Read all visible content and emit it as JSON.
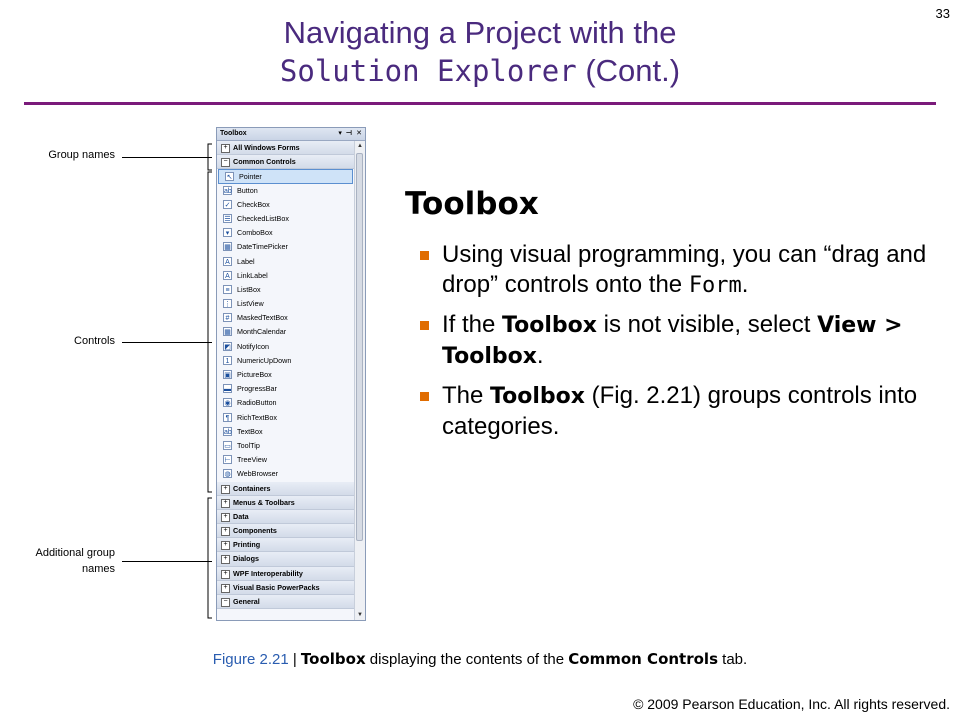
{
  "slide_number": "33",
  "title": {
    "line1": "Navigating a Project with the",
    "line2_mono": "Solution Explorer",
    "line2_rest": " (Cont.)"
  },
  "toolbox": {
    "header": "Toolbox",
    "header_controls": "▾ ⊣ ✕",
    "groups_top": [
      {
        "sign": "+",
        "label": "All Windows Forms"
      },
      {
        "sign": "−",
        "label": "Common Controls"
      }
    ],
    "items": [
      {
        "icon": "↖",
        "label": "Pointer"
      },
      {
        "icon": "ab",
        "label": "Button"
      },
      {
        "icon": "✓",
        "label": "CheckBox"
      },
      {
        "icon": "☰",
        "label": "CheckedListBox"
      },
      {
        "icon": "▾",
        "label": "ComboBox"
      },
      {
        "icon": "▦",
        "label": "DateTimePicker"
      },
      {
        "icon": "A",
        "label": "Label"
      },
      {
        "icon": "A",
        "label": "LinkLabel"
      },
      {
        "icon": "≡",
        "label": "ListBox"
      },
      {
        "icon": "⋮",
        "label": "ListView"
      },
      {
        "icon": "#",
        "label": "MaskedTextBox"
      },
      {
        "icon": "▦",
        "label": "MonthCalendar"
      },
      {
        "icon": "◩",
        "label": "NotifyIcon"
      },
      {
        "icon": "1",
        "label": "NumericUpDown"
      },
      {
        "icon": "▣",
        "label": "PictureBox"
      },
      {
        "icon": "▬",
        "label": "ProgressBar"
      },
      {
        "icon": "◉",
        "label": "RadioButton"
      },
      {
        "icon": "¶",
        "label": "RichTextBox"
      },
      {
        "icon": "ab",
        "label": "TextBox"
      },
      {
        "icon": "▭",
        "label": "ToolTip"
      },
      {
        "icon": "⊢",
        "label": "TreeView"
      },
      {
        "icon": "◍",
        "label": "WebBrowser"
      }
    ],
    "groups_bottom": [
      {
        "sign": "+",
        "label": "Containers"
      },
      {
        "sign": "+",
        "label": "Menus & Toolbars"
      },
      {
        "sign": "+",
        "label": "Data"
      },
      {
        "sign": "+",
        "label": "Components"
      },
      {
        "sign": "+",
        "label": "Printing"
      },
      {
        "sign": "+",
        "label": "Dialogs"
      },
      {
        "sign": "+",
        "label": "WPF Interoperability"
      },
      {
        "sign": "+",
        "label": "Visual Basic PowerPacks"
      },
      {
        "sign": "−",
        "label": "General"
      }
    ]
  },
  "labels": {
    "group_names": "Group names",
    "controls": "Controls",
    "additional_group_names": "Additional group names"
  },
  "content": {
    "heading": "Toolbox",
    "b1_text": "Using visual programming, you can “drag and drop” controls onto the ",
    "b1_code": "Form",
    "b1_end": ".",
    "b2_pre": "If the ",
    "b2_strong": "Toolbox",
    "b2_mid": " is not visible, select ",
    "b2_strong2": "View > Toolbox",
    "b2_end": ".",
    "b3_pre": "The ",
    "b3_strong": "Toolbox",
    "b3_rest": " (Fig. 2.21) groups controls into categories."
  },
  "caption": {
    "fig": "Figure 2.21",
    "sep": " | ",
    "strong1": "Toolbox",
    "mid": " displaying the contents of the ",
    "strong2": "Common Controls",
    "end": " tab."
  },
  "footer": "© 2009 Pearson Education, Inc.  All rights reserved."
}
